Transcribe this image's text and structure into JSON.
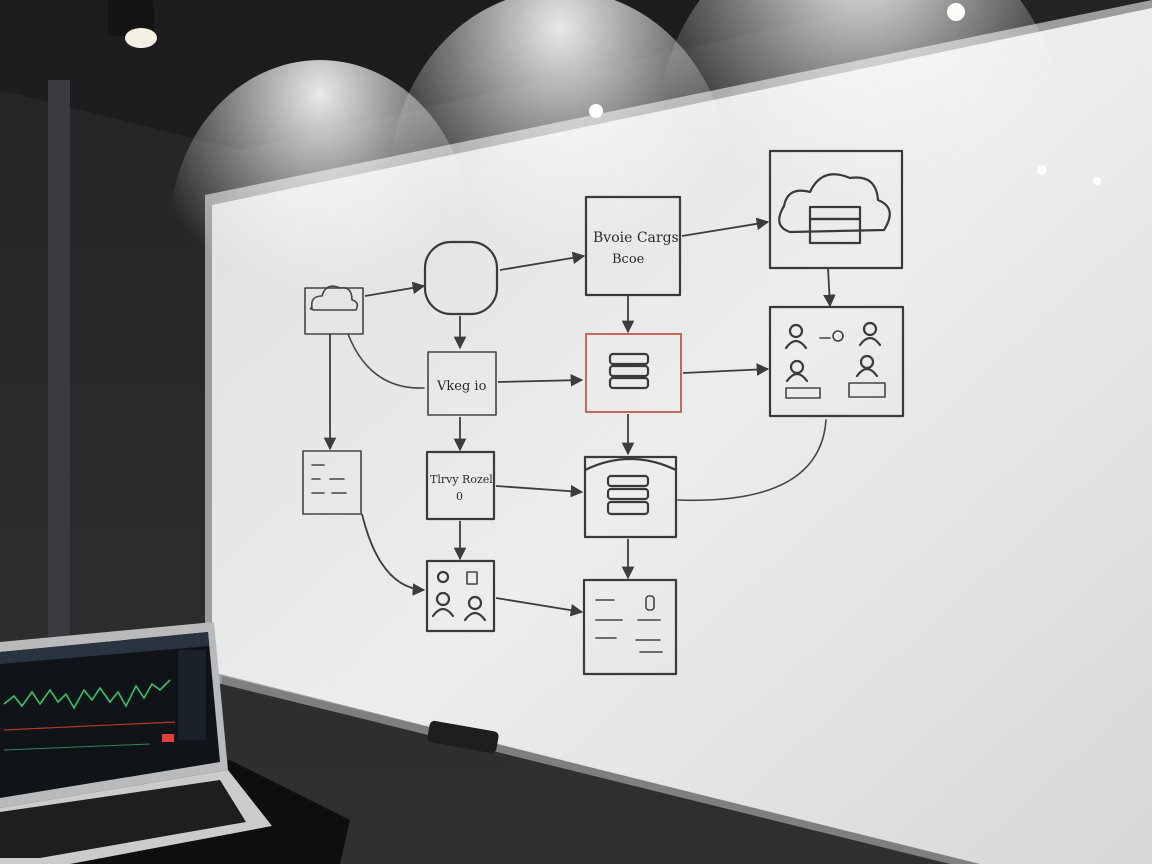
{
  "whiteboard": {
    "labels": {
      "cloud_source": "",
      "service_node_line1": "",
      "service_node_line2": "",
      "compute_box_line1": "Bvoie Cargs",
      "compute_box_line2": "Bcoe",
      "processing_box": "Vkeg io",
      "routing_box_line1": "Tlrvy Rozel",
      "routing_box_line2": "0"
    }
  },
  "colors": {
    "board": "#e8e9e8",
    "ink": "#333333",
    "highlight_box": "#c25a4a",
    "wall": "#2a2b2d",
    "laptop_line": "#2ec766",
    "laptop_marker": "#e0413a"
  },
  "icons": [
    "cloud-icon",
    "database-icon",
    "users-icon",
    "document-icon",
    "track-light-icon",
    "laptop-icon"
  ]
}
